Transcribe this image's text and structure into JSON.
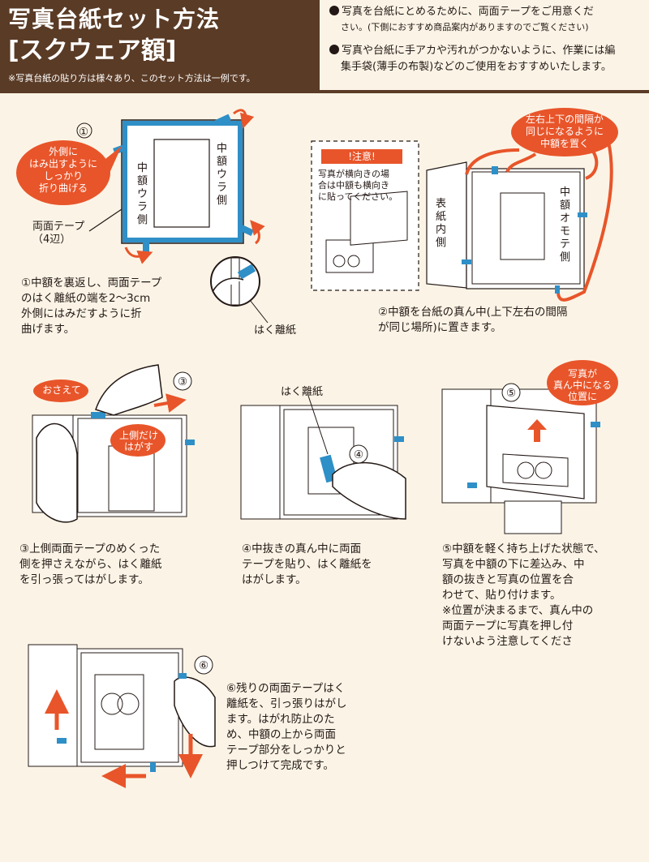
{
  "header": {
    "title_line1": "写真台紙セット方法",
    "title_line2": "[スクウェア額]",
    "note": "※写真台紙の貼り方は様々あり、このセット方法は一例です。",
    "bullet1_a": "写真を台紙にとめるために、両面テープをご用意くだ",
    "bullet1_b": "さい。(下側におすすめ商品案内がありますのでご覧ください)",
    "bullet2_a": "写真や台紙に手アカや汚れがつかないように、作業には編",
    "bullet2_b": "集手袋(薄手の布製)などのご使用をおすすめいたします。"
  },
  "step1": {
    "bubble": "外側に\nはみ出すように\nしっかり\n折り曲げる",
    "tape_label": "両面テープ",
    "tape_count": "（4辺）",
    "frame_left": "中額ウラ側",
    "frame_right": "中額ウラ側",
    "peel": "はく離紙",
    "caption": "①中額を裏返し、両面テープ\nのはく離紙の端を2〜3cm\n外側にはみだすように折\n曲げます。"
  },
  "step2": {
    "bubble": "左右上下の間隔が\n同じになるように\n中額を置く",
    "warn_title": "!注意!",
    "warn_text": "写真が横向きの場\n合は中額も横向き\nに貼ってください。",
    "inner_label": "表紙内側",
    "frame_label": "中額オモテ側",
    "caption": "②中額を台紙の真ん中(上下左右の間隔\nが同じ場所)に置きます。"
  },
  "step3": {
    "hold": "おさえて",
    "peel_only": "上側だけ\nはがす",
    "caption": "③上側両面テープのめくった\n側を押さえながら、はく離紙\nを引っ張ってはがします。"
  },
  "step4": {
    "peel": "はく離紙",
    "caption": "④中抜きの真ん中に両面\nテープを貼り、はく離紙を\nはがします。"
  },
  "step5": {
    "bubble": "写真が\n真ん中になる\n位置に",
    "caption": "⑤中額を軽く持ち上げた状態で、\n写真を中額の下に差込み、中\n額の抜きと写真の位置を合\nわせて、貼り付けます。\n※位置が決まるまで、真ん中の\n両面テープに写真を押し付\nけないよう注意してくださ"
  },
  "step6": {
    "caption": "⑥残りの両面テープはく\n離紙を、引っ張りはがし\nます。はがれ防止のた\nめ、中額の上から両面\nテープ部分をしっかりと\n押しつけて完成です。"
  },
  "numbers": [
    "①",
    "②",
    "③",
    "④",
    "⑤",
    "⑥"
  ],
  "colors": {
    "brown": "#5a3b26",
    "orange": "#e8552a",
    "tape": "#2f8fc7",
    "bg": "#fbf4e6"
  }
}
